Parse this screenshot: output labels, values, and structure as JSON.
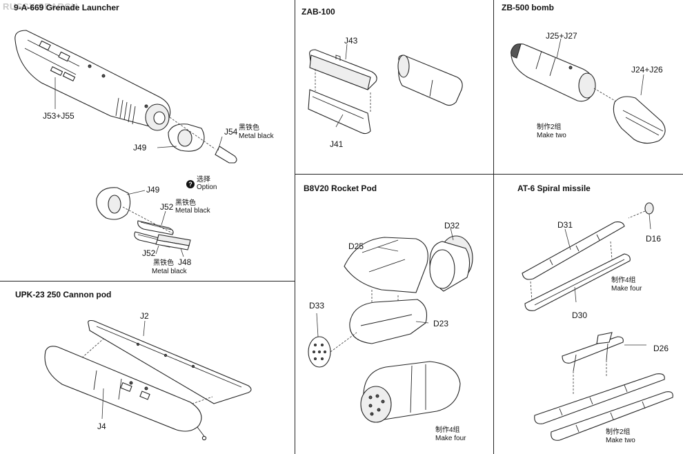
{
  "watermark": "RUSSY SEARCH",
  "panels": {
    "grenade": {
      "title": "9-A-669 Grenade Launcher",
      "labels": {
        "j53_j55": "J53+J55",
        "j49": "J49",
        "j54": "J54",
        "j49b": "J49",
        "j52a": "J52",
        "j52b": "J52",
        "j48": "J48"
      },
      "metal_cn": "黑铁色",
      "metal_en": "Metal black",
      "option_cn": "选择",
      "option_en": "Option"
    },
    "zab100": {
      "title": "ZAB-100",
      "labels": {
        "j43": "J43",
        "j41": "J41"
      }
    },
    "zb500": {
      "title": "ZB-500 bomb",
      "labels": {
        "j25_j27": "J25+J27",
        "j24_j26": "J24+J26"
      },
      "note_cn": "制作2组",
      "note_en": "Make two"
    },
    "upk23": {
      "title": "UPK-23  250 Cannon pod",
      "labels": {
        "j2": "J2",
        "j4": "J4"
      }
    },
    "b8v20": {
      "title": "B8V20 Rocket Pod",
      "labels": {
        "d32": "D32",
        "d25": "D25",
        "d33": "D33",
        "d23": "D23"
      },
      "note_cn": "制作4组",
      "note_en": "Make four"
    },
    "at6": {
      "title": "AT-6 Spiral missile",
      "labels": {
        "d31": "D31",
        "d16": "D16",
        "d30": "D30",
        "d26": "D26"
      },
      "note4_cn": "制作4组",
      "note4_en": "Make four",
      "note2_cn": "制作2组",
      "note2_en": "Make two"
    }
  }
}
